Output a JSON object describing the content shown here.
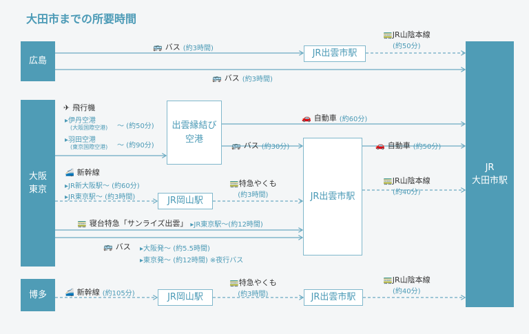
{
  "title": "大田市までの所要時間",
  "origins": {
    "hiroshima": "広島",
    "osaka_tokyo": [
      "大阪",
      "東京"
    ],
    "hakata": "博多"
  },
  "destination": [
    "JR",
    "大田市駅"
  ],
  "nodes": {
    "izumo_hiroshima": "JR出雲市駅",
    "airport": [
      "出雲縁結び",
      "空港"
    ],
    "izumo_main": "JR出雲市駅",
    "okayama1": "JR岡山駅",
    "okayama2": "JR岡山駅",
    "izumo_hakata": "JR出雲市駅"
  },
  "hiroshima": {
    "bus1": "バス",
    "bus1_time": "(約3時間)",
    "rail": "JR山陰本線",
    "rail_time": "(約50分)",
    "bus2": "バス",
    "bus2_time": "(約3時間)"
  },
  "plane": {
    "label": "飛行機",
    "itami": "伊丹空港",
    "itami_sub": "(大阪国際空港)",
    "itami_time": "〜 (約50分)",
    "haneda": "羽田空港",
    "haneda_sub": "(東京国際空港)",
    "haneda_time": "〜 (約90分)"
  },
  "airport_routes": {
    "car": "自動車",
    "car_time": "(約60分)",
    "bus": "バス",
    "bus_time": "(約30分)"
  },
  "izumo_routes": {
    "car": "自動車",
    "car_time": "(約50分)",
    "rail": "JR山陰本線",
    "rail_time": "(約40分)"
  },
  "shinkansen": {
    "label": "新幹線",
    "osaka": "JR新大阪駅〜 (約60分)",
    "tokyo": "JR東京駅〜 (約3時間)"
  },
  "yakumo1": {
    "label": "特急やくも",
    "time": "(約3時間)"
  },
  "sunrise": {
    "label": "寝台特急「サンライズ出雲」",
    "time": "JR東京駅〜(約12時間)"
  },
  "night_bus": {
    "label": "バス",
    "osaka": "大阪発〜 (約5.5時間)",
    "tokyo": "東京発〜 (約12時間) ※夜行バス"
  },
  "hakata": {
    "shinkansen": "新幹線",
    "shinkansen_time": "(約105分)",
    "yakumo": "特急やくも",
    "yakumo_time": "(約3時間)",
    "rail": "JR山陰本線",
    "rail_time": "(約40分)"
  },
  "colors": {
    "accent": "#4f9cb6",
    "line": "#6aaac2"
  }
}
